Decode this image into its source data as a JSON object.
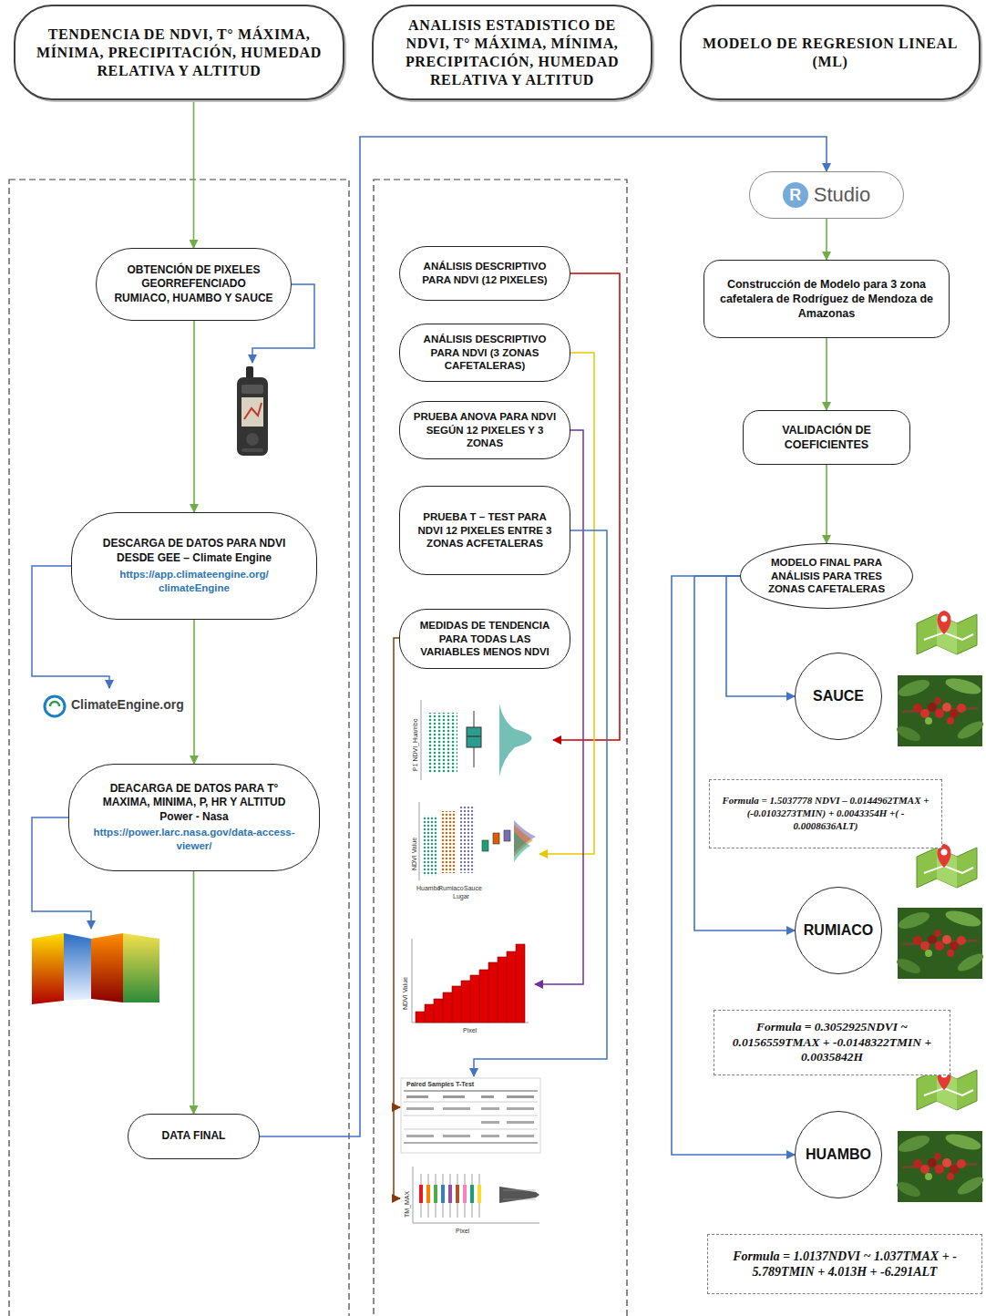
{
  "diagram": {
    "nodes": [
      {
        "text": [
          "TENDENCIA DE NDVI, T° MÁXIMA, MÍNIMA, PRECIPITACIÓN, HUMEDAD RELATIVA Y ALTITUD"
        ]
      },
      {
        "text": [
          "ANALISIS ESTADISTICO DE NDVI, T° MÁXIMA, MÍNIMA, PRECIPITACIÓN, HUMEDAD RELATIVA Y ALTITUD"
        ]
      },
      {
        "text": [
          "MODELO DE REGRESION LINEAL (ML)"
        ]
      },
      {
        "text": [
          "OBTENCIÓN DE PIXELES GEORREFENCIADO RUMIACO, HUAMBO Y SAUCE"
        ]
      },
      {
        "text": [
          "DESCARGA DE DATOS PARA NDVI DESDE GEE – Climate Engine",
          "https://app.climateengine.org/ climateEngine"
        ]
      },
      {
        "text": [
          "DEACARGA DE DATOS PARA T° MAXIMA, MINIMA, P, HR Y ALTITUD Power - Nasa",
          "https://power.larc.nasa.gov/data-access-viewer/"
        ]
      },
      {
        "text": [
          "DATA FINAL"
        ]
      },
      {
        "text": [
          "ANÁLISIS DESCRIPTIVO PARA NDVI (12 PIXELES)"
        ]
      },
      {
        "text": [
          "ANÁLISIS DESCRIPTIVO PARA NDVI (3 ZONAS CAFETALERAS)"
        ]
      },
      {
        "text": [
          "PRUEBA ANOVA PARA NDVI SEGÚN 12 PIXELES Y 3 ZONAS"
        ]
      },
      {
        "text": [
          "PRUEBA T – TEST PARA NDVI 12 PIXELES ENTRE 3 ZONAS ACFETALERAS"
        ]
      },
      {
        "text": [
          "MEDIDAS DE TENDENCIA PARA TODAS LAS VARIABLES MENOS NDVI"
        ]
      },
      {
        "text": [
          "R",
          "Studio"
        ]
      },
      {
        "text": [
          "Construcción de Modelo para 3 zona cafetalera de Rodríguez de Mendoza de Amazonas"
        ]
      },
      {
        "text": [
          "VALIDACIÓN DE COEFICIENTES"
        ]
      },
      {
        "text": [
          "MODELO FINAL PARA ANÁLISIS PARA TRES ZONAS CAFETALERAS"
        ]
      },
      {
        "text": [
          "SAUCE"
        ]
      },
      {
        "text": [
          "Formula = 1.5037778 NDVI – 0.0144962TMAX + (-0.0103273TMIN) + 0.0043354H +( - 0.0008636ALT)"
        ]
      },
      {
        "text": [
          "RUMIACO"
        ]
      },
      {
        "text": [
          "Formula = 0.3052925NDVI ~ 0.0156559TMAX + -0.0148322TMIN + 0.0035842H"
        ]
      },
      {
        "text": [
          "HUAMBO"
        ]
      },
      {
        "text": [
          "Formula = 1.0137NDVI ~ 1.037TMAX + - 5.789TMIN + 4.013H + -6.291ALT"
        ]
      }
    ],
    "edges": [
      {
        "from": 0,
        "to": 3,
        "arrow": "to"
      },
      {
        "from": 3,
        "to": 4,
        "arrow": "to"
      },
      {
        "from": 4,
        "to": 5,
        "arrow": "to"
      },
      {
        "from": 5,
        "to": 6,
        "arrow": "to"
      },
      {
        "from": 6,
        "to": 12,
        "arrow": "to"
      },
      {
        "from": 12,
        "to": 13,
        "arrow": "to"
      },
      {
        "from": 13,
        "to": 14,
        "arrow": "to"
      },
      {
        "from": 14,
        "to": 15,
        "arrow": "to"
      },
      {
        "from": 15,
        "to": 16,
        "arrow": "to"
      },
      {
        "from": 15,
        "to": 18,
        "arrow": "to"
      },
      {
        "from": 15,
        "to": 20,
        "arrow": "to"
      }
    ],
    "labels": [
      "ClimateEngine.org",
      "P1 NDVI_Huambo",
      "NDVI Value",
      "Huambo",
      "Rumiaco",
      "Sauce",
      "Lugar",
      "NDVI Value",
      "Pixel",
      "Paired Samples T-Test",
      "TM_MAX",
      "Pixel"
    ]
  }
}
